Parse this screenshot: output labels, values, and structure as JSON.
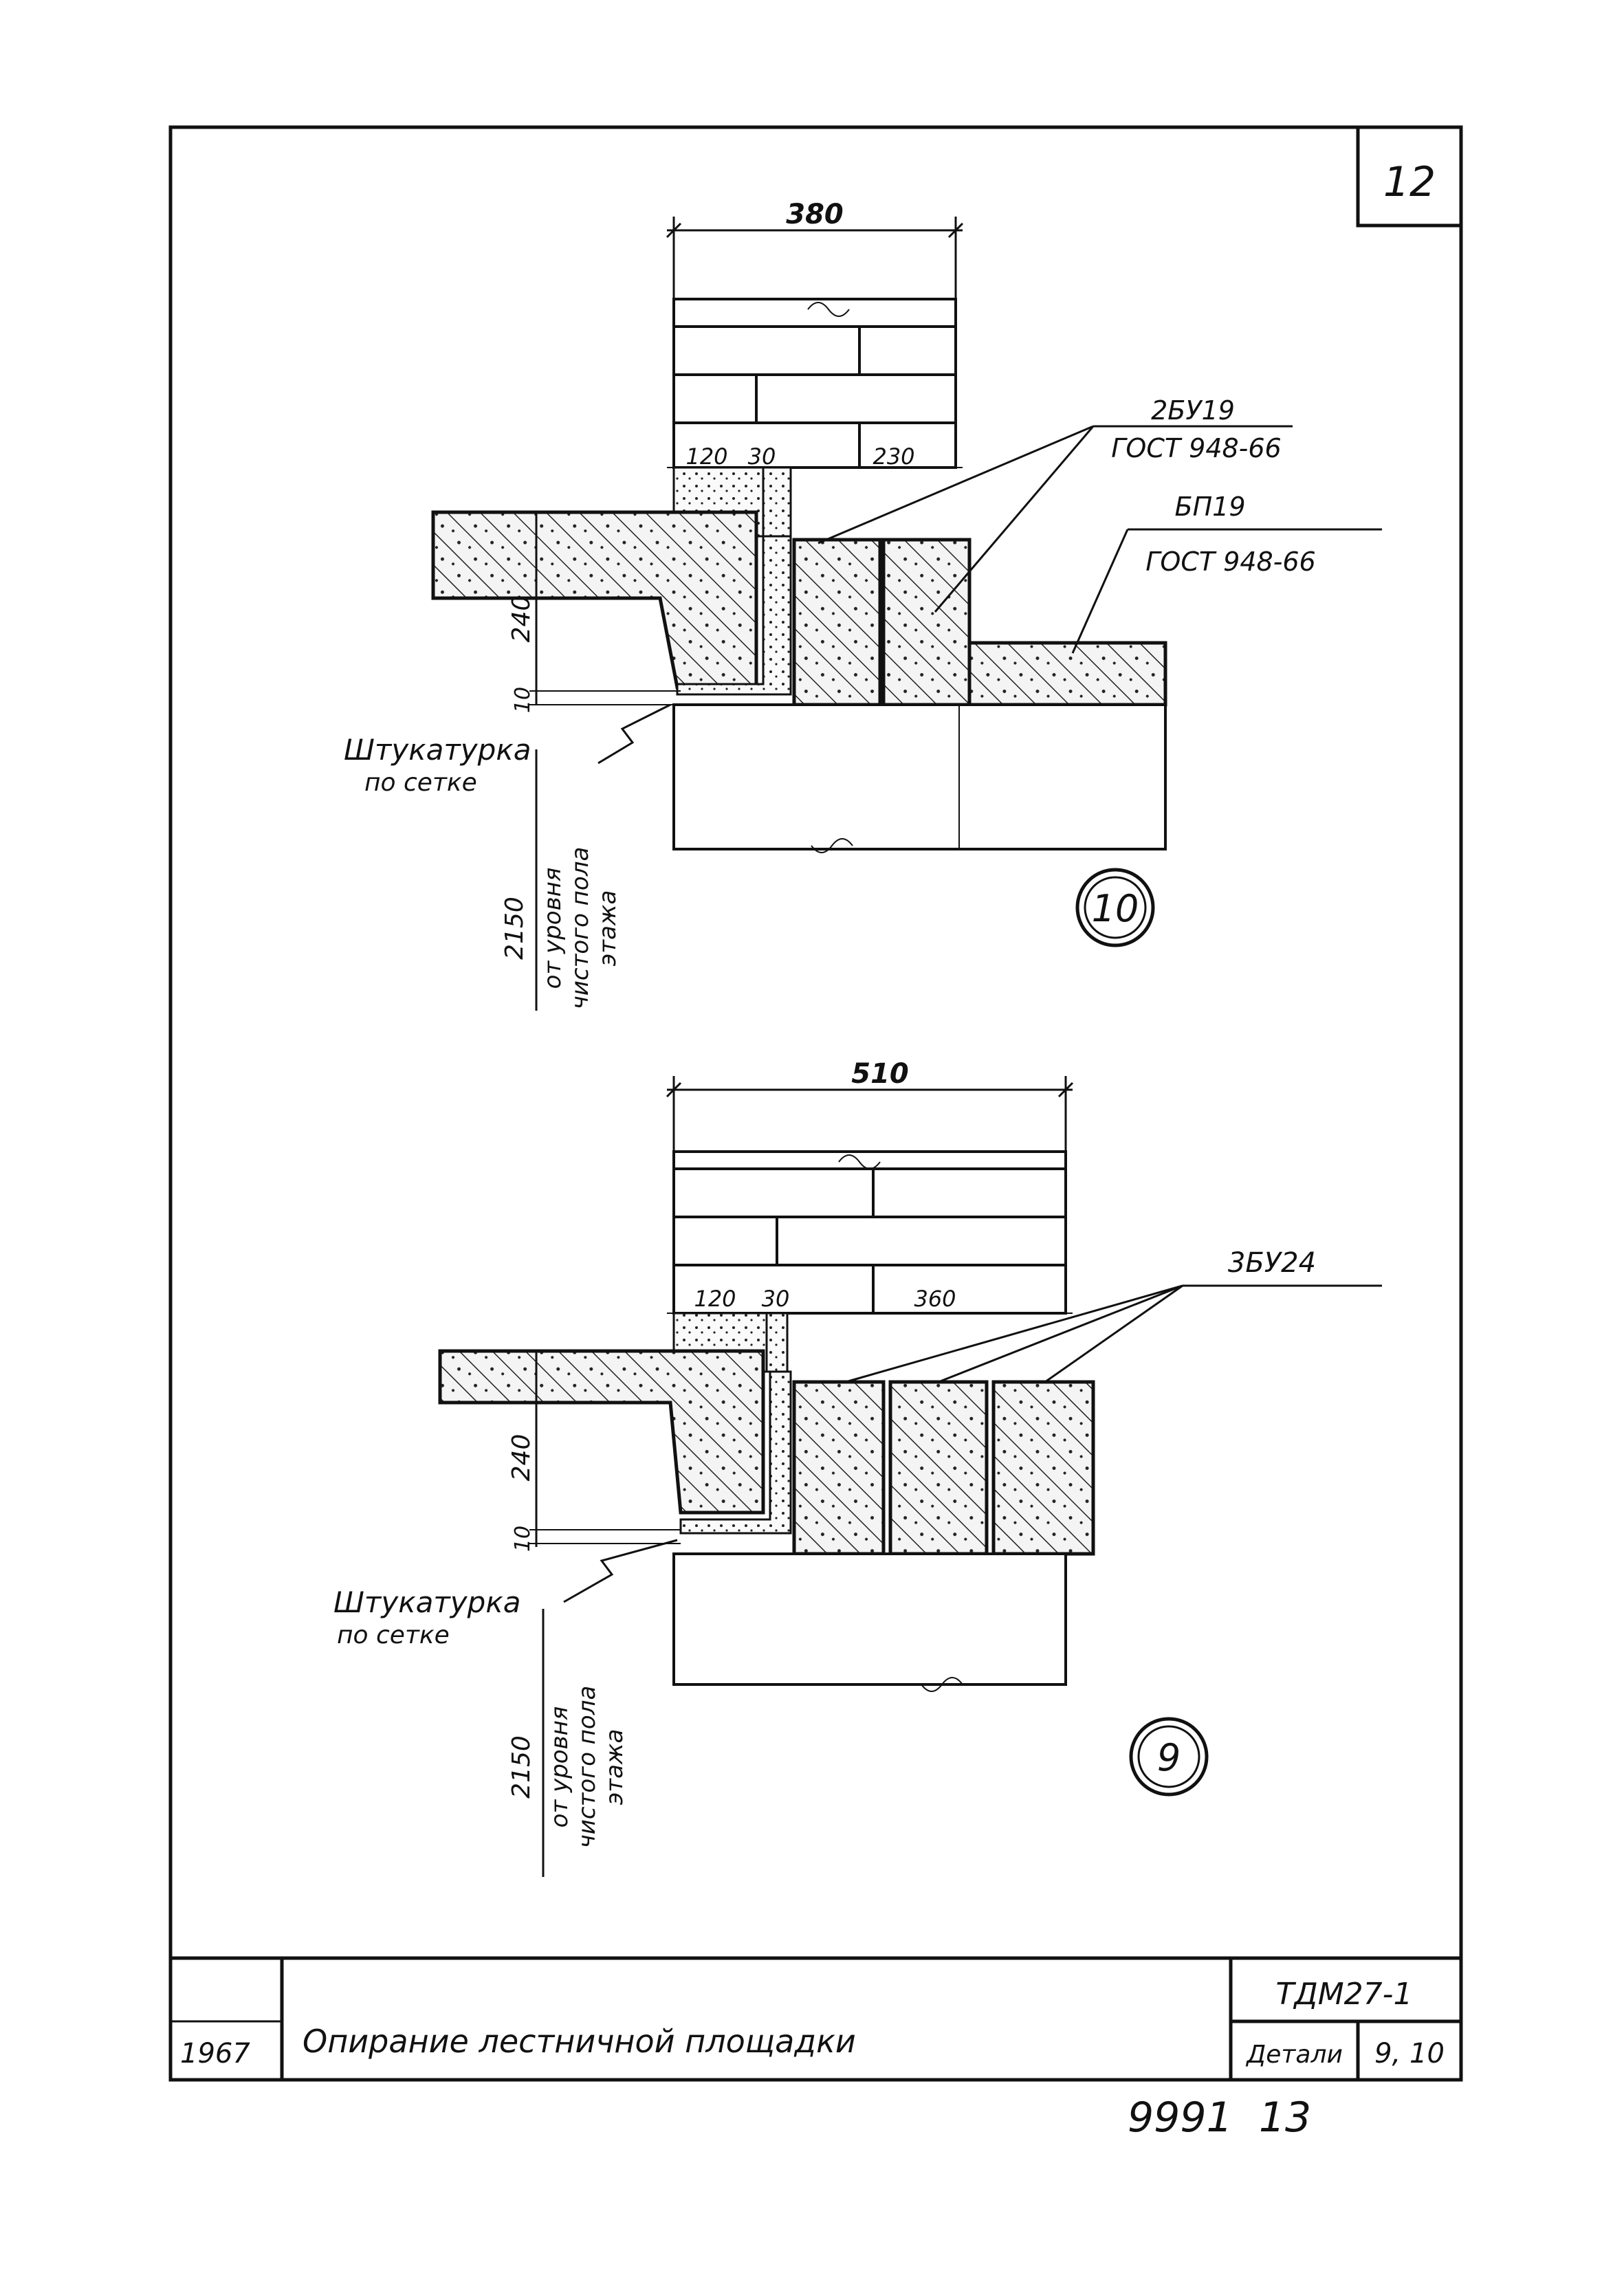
{
  "sheet": {
    "number": "12",
    "title": "Опирание лестничной площадки",
    "code": "ТДМ27-1",
    "details_label": "Детали",
    "details_value": "9, 10",
    "year": "1967",
    "footer_number": "9991  13"
  },
  "detail10": {
    "marker": "10",
    "dim_width": "380",
    "dim_left": "120",
    "dim_gap": "30",
    "dim_right": "230",
    "dim_height": "240",
    "dim_joint": "10",
    "label1_mark": "2БУ19",
    "label1_std": "ГОСТ 948-66",
    "label2_mark": "БП19",
    "label2_std": "ГОСТ 948-66",
    "plaster_line1": "Штукатурка",
    "plaster_line2": "по сетке",
    "level_value": "2150",
    "level_line1": "от уровня",
    "level_line2": "чистого пола",
    "level_line3": "этажа"
  },
  "detail9": {
    "marker": "9",
    "dim_width": "510",
    "dim_left": "120",
    "dim_gap": "30",
    "dim_right": "360",
    "dim_height": "240",
    "dim_joint": "10",
    "label_mark": "3БУ24",
    "plaster_line1": "Штукатурка",
    "plaster_line2": "по сетке",
    "level_value": "2150",
    "level_line1": "от уровня",
    "level_line2": "чистого пола",
    "level_line3": "этажа"
  }
}
